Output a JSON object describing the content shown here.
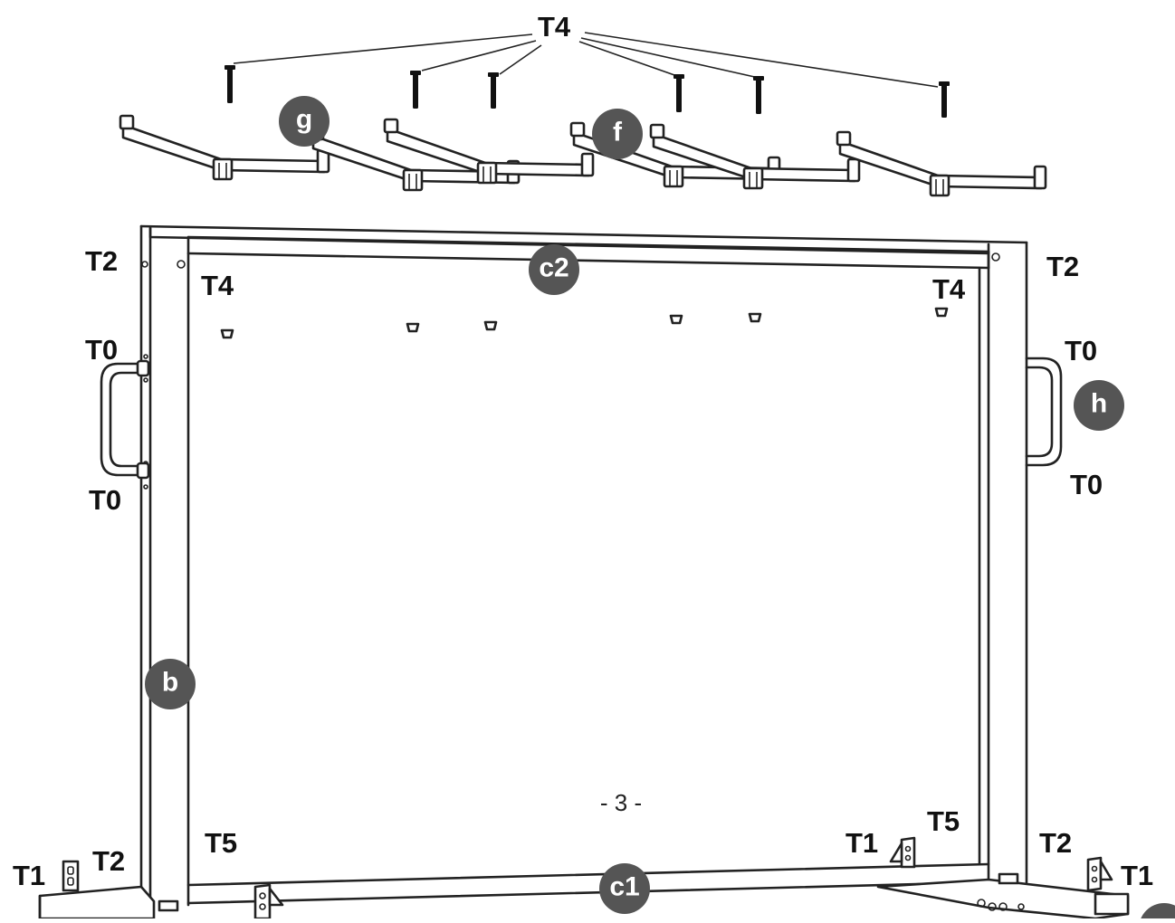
{
  "labels": {
    "t4_top": "T4",
    "t4_left": "T4",
    "t4_right": "T4",
    "t2_top_left": "T2",
    "t2_top_right": "T2",
    "t0_left_upper": "T0",
    "t0_left_lower": "T0",
    "t0_right_upper": "T0",
    "t0_right_lower": "T0",
    "t5_left": "T5",
    "t5_right": "T5",
    "t1_bottom_left": "T1",
    "t1_bottom_center_right": "T1",
    "t1_bottom_right": "T1",
    "t2_bottom_left": "T2",
    "t2_bottom_right": "T2"
  },
  "badges": {
    "g": "g",
    "f": "f",
    "c2": "c2",
    "h": "h",
    "b": "b",
    "c1": "c1"
  },
  "page_number": "- 3 -",
  "colors": {
    "line": "#222222",
    "badge": "#555555",
    "background": "#ffffff"
  }
}
